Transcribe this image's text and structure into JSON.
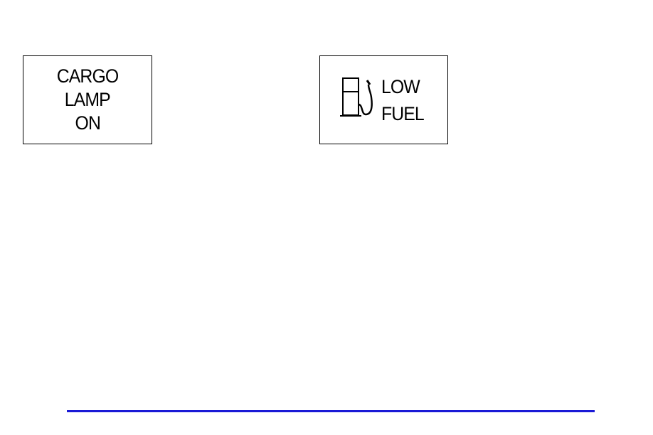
{
  "cargo_indicator": {
    "lines": [
      "CARGO",
      "LAMP",
      "ON"
    ]
  },
  "fuel_indicator": {
    "icon": "fuel-pump-icon",
    "lines": [
      "LOW",
      "FUEL"
    ]
  },
  "colors": {
    "rule": "#1a1ad6",
    "border": "#000000"
  }
}
